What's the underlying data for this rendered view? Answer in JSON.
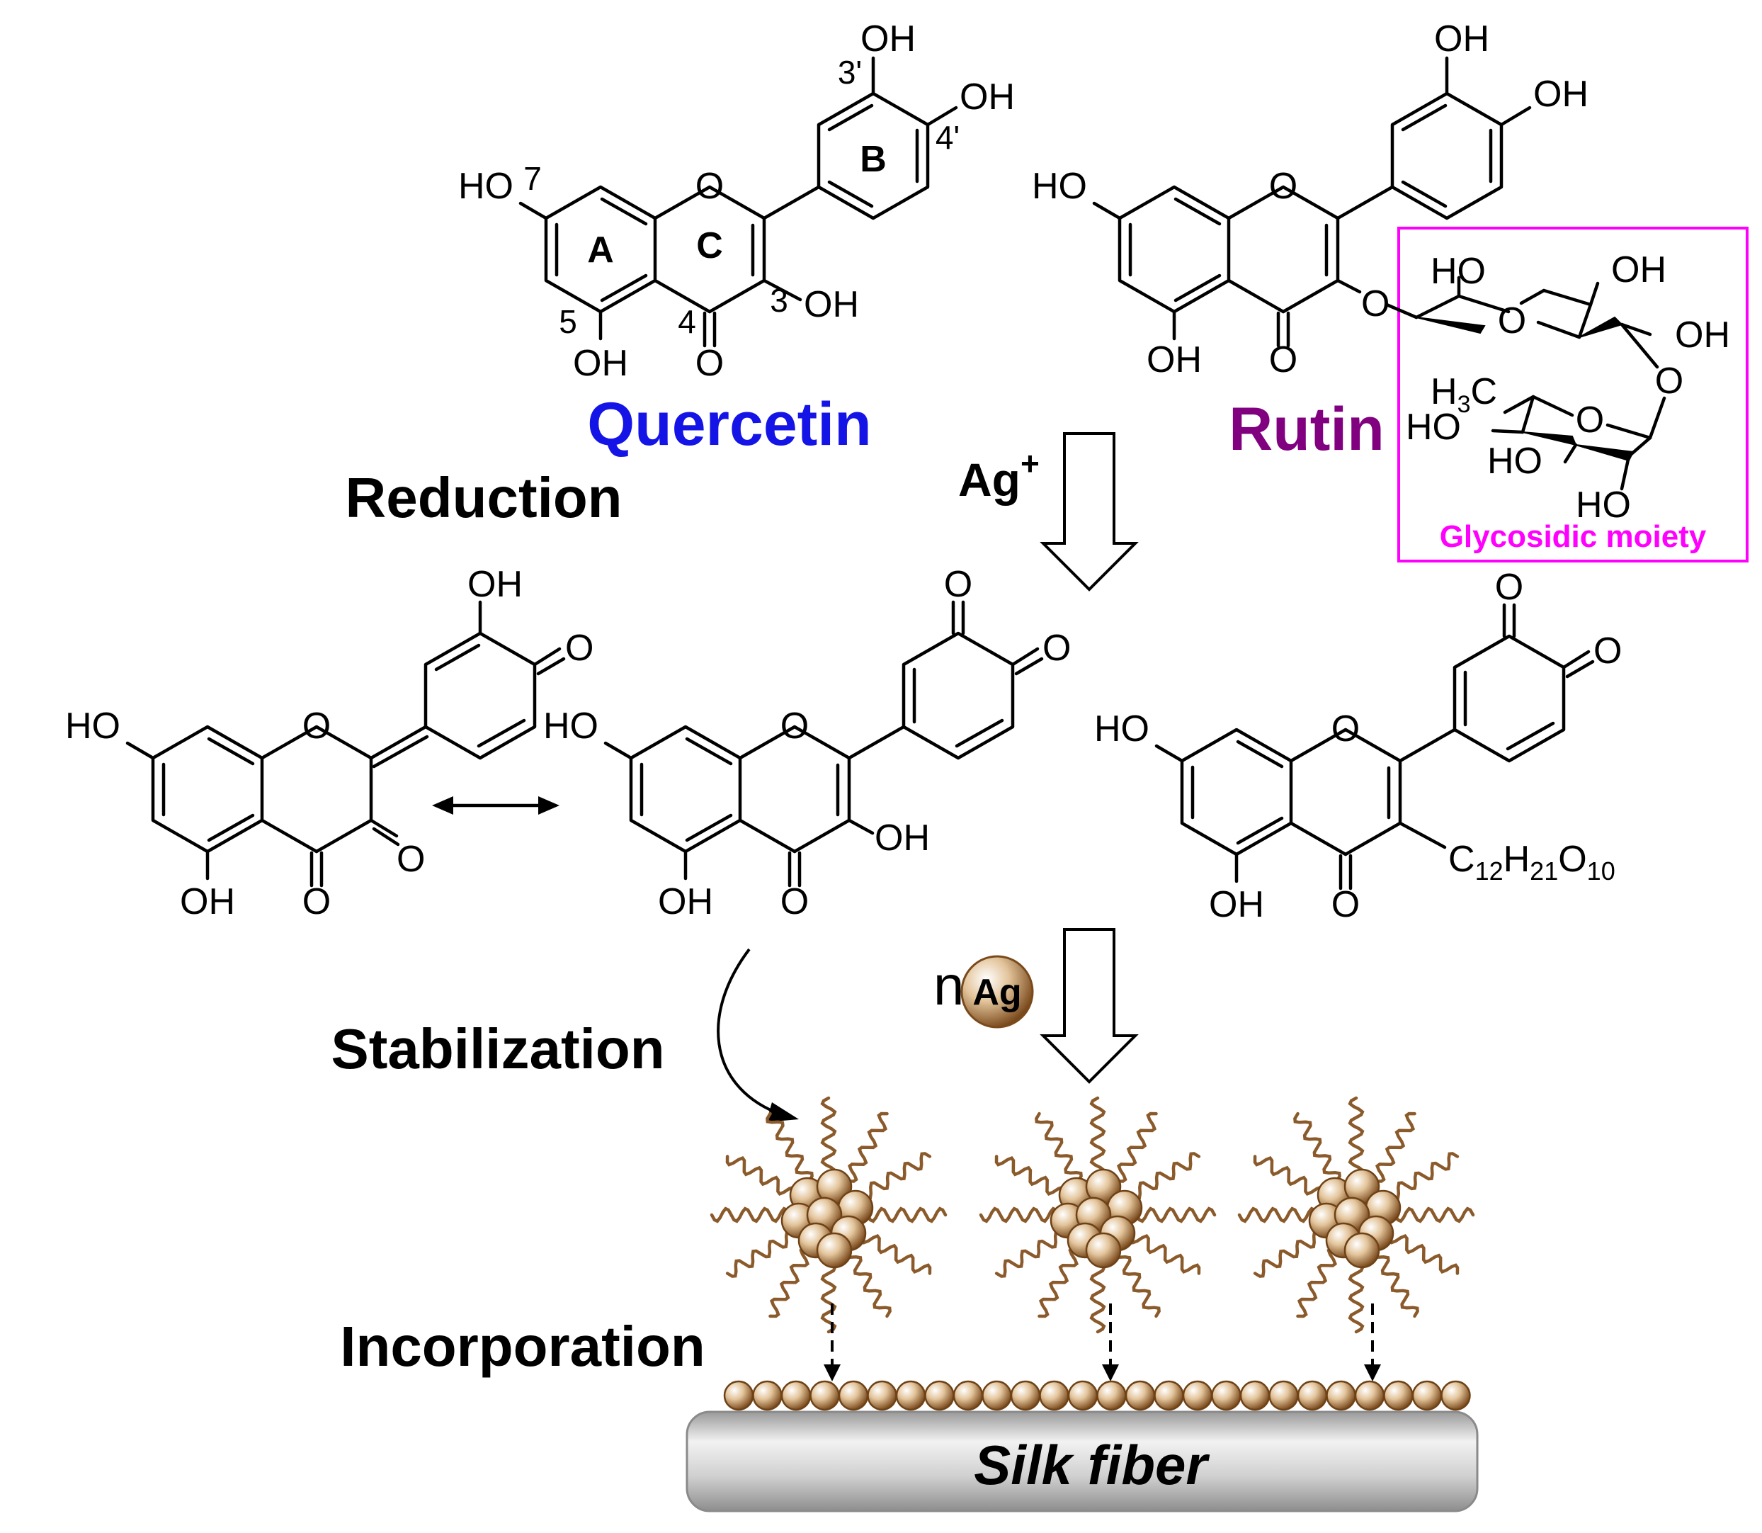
{
  "steps": {
    "reduction": "Reduction",
    "stabilization": "Stabilization",
    "incorporation": "Incorporation"
  },
  "compounds": {
    "quercetin": "Quercetin",
    "rutin": "Rutin",
    "glycosidic_moiety": "Glycosidic moiety"
  },
  "reagents": {
    "silver_ion": "Ag",
    "silver_charge": "+",
    "n_prefix": "n",
    "silver_np": "Ag"
  },
  "substrate": {
    "label": "Silk fiber"
  },
  "rings": [
    "A",
    "B",
    "C"
  ],
  "positions": [
    "7",
    "5",
    "4",
    "3",
    "3'",
    "4'"
  ],
  "atoms": {
    "OH": "OH",
    "HO": "HO",
    "O": "O",
    "H3C_main": "H",
    "H3C_sub": "3",
    "H3C_end": "C",
    "rutin_sub_main": "C",
    "rutin_sub_n1": "12",
    "rutin_sub_h": "H",
    "rutin_sub_n2": "21",
    "rutin_sub_o": "O",
    "rutin_sub_n3": "10"
  },
  "colors": {
    "quercetin": "#1414e6",
    "rutin": "#800080",
    "moiety": "#ff00ff",
    "nanoparticle": "#8b5a2b",
    "fiber": "#c8c8c8"
  }
}
